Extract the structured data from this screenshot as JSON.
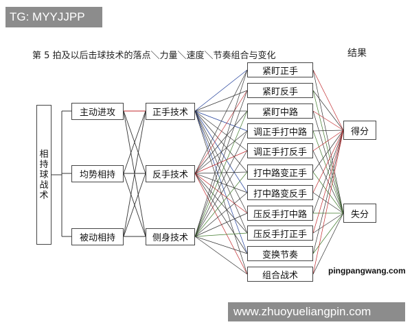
{
  "watermark_top": "TG: MYYJJPP",
  "title": "第 5 拍及以后击球技术的落点＼力量＼速度＼节奏组合与变化",
  "result_label": "结果",
  "root": [
    "相",
    "持",
    "球",
    "战",
    "术"
  ],
  "tactics": [
    "主动进攻",
    "均势相持",
    "被动相持"
  ],
  "techniques": [
    "正手技术",
    "反手技术",
    "侧身技术"
  ],
  "placements": [
    "紧盯正手",
    "紧盯反手",
    "紧盯中路",
    "调正手打中路",
    "调正手打反手",
    "打中路变正手",
    "打中路变反手",
    "压反手打中路",
    "压反手打正手",
    "变换节奏",
    "组合战术"
  ],
  "outcomes": [
    "得分",
    "失分"
  ],
  "watermark_site": "pingpangwang.com",
  "watermark_bottom": "www.zhuoyueliangpin.com",
  "colors": {
    "red": "#c0262a",
    "blue": "#1f3d99",
    "green": "#3f7a2a",
    "line": "#333333"
  }
}
